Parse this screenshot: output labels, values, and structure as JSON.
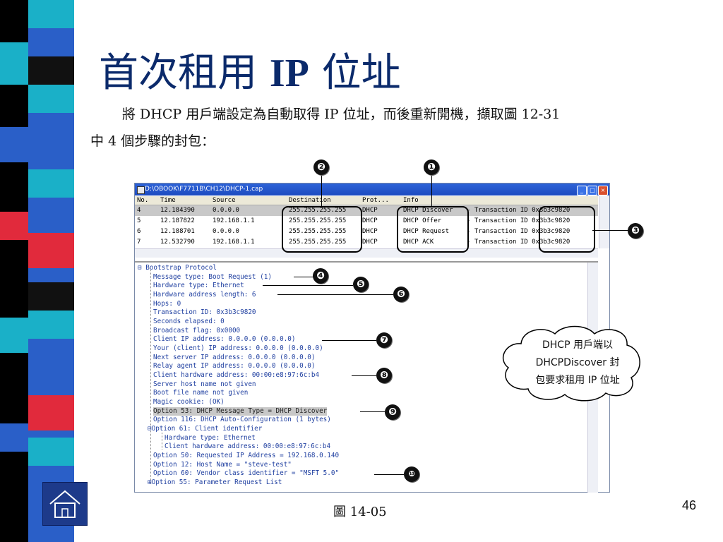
{
  "slide": {
    "title_cjk_1": "首次租用",
    "title_ip": "IP",
    "title_cjk_2": "位址",
    "paragraph_line1": "將 DHCP 用戶端設定為自動取得 IP 位址，而後重新開機，擷取圖 12-31",
    "paragraph_line2": "中 4 個步驟的封包：",
    "caption": "圖 14-05",
    "page_number": "46"
  },
  "window": {
    "title": "D:\\OBOOK\\F7711B\\CH12\\DHCP-1.cap",
    "columns": [
      "No.",
      "Time",
      "Source",
      "Destination",
      "Prot...",
      "Info"
    ],
    "packets": [
      {
        "no": "4",
        "time": "12.184390",
        "source": "0.0.0.0",
        "destination": "255.255.255.255",
        "protocol": "DHCP",
        "info": "DHCP Discover",
        "txn": "- Transaction ID 0x3b3c9820",
        "selected": true
      },
      {
        "no": "5",
        "time": "12.187822",
        "source": "192.168.1.1",
        "destination": "255.255.255.255",
        "protocol": "DHCP",
        "info": "DHCP Offer",
        "txn": "- Transaction ID 0x3b3c9820",
        "selected": false
      },
      {
        "no": "6",
        "time": "12.188701",
        "source": "0.0.0.0",
        "destination": "255.255.255.255",
        "protocol": "DHCP",
        "info": "DHCP Request",
        "txn": "- Transaction ID 0x3b3c9820",
        "selected": false
      },
      {
        "no": "7",
        "time": "12.532790",
        "source": "192.168.1.1",
        "destination": "255.255.255.255",
        "protocol": "DHCP",
        "info": "DHCP ACK",
        "txn": "- Transaction ID 0x3b3c9820",
        "selected": false
      }
    ],
    "detail_lines": [
      "Bootstrap Protocol",
      "Message type: Boot Request (1)",
      "Hardware type: Ethernet",
      "Hardware address length: 6",
      "Hops: 0",
      "Transaction ID: 0x3b3c9820",
      "Seconds elapsed: 0",
      "Broadcast flag: 0x0000",
      "Client IP address: 0.0.0.0 (0.0.0.0)",
      "Your (client) IP address: 0.0.0.0 (0.0.0.0)",
      "Next server IP address: 0.0.0.0 (0.0.0.0)",
      "Relay agent IP address: 0.0.0.0 (0.0.0.0)",
      "Client hardware address: 00:00:e8:97:6c:b4",
      "Server host name not given",
      "Boot file name not given",
      "Magic cookie: (OK)",
      "Option 53: DHCP Message Type = DHCP Discover",
      "Option 116: DHCP Auto-Configuration (1 bytes)",
      "Option 61: Client identifier",
      "Hardware type: Ethernet",
      "Client hardware address: 00:00:e8:97:6c:b4",
      "Option 50: Requested IP Address = 192.168.0.140",
      "Option 12: Host Name = \"steve-test\"",
      "Option 60: Vendor class identifier = \"MSFT 5.0\"",
      "Option 55: Parameter Request List"
    ]
  },
  "callouts": [
    "❶",
    "❷",
    "❸",
    "❹",
    "❺",
    "❻",
    "❼",
    "❽",
    "❾",
    "❿"
  ],
  "cloud_note": {
    "line1": "DHCP 用戶端以",
    "line2": "DHCPDiscover 封",
    "line3": "包要求租用 IP 位址"
  },
  "colors": {
    "title": "#0b2a6b",
    "detail_text": "#1f3fa0",
    "titlebar": "#2d63d8"
  }
}
